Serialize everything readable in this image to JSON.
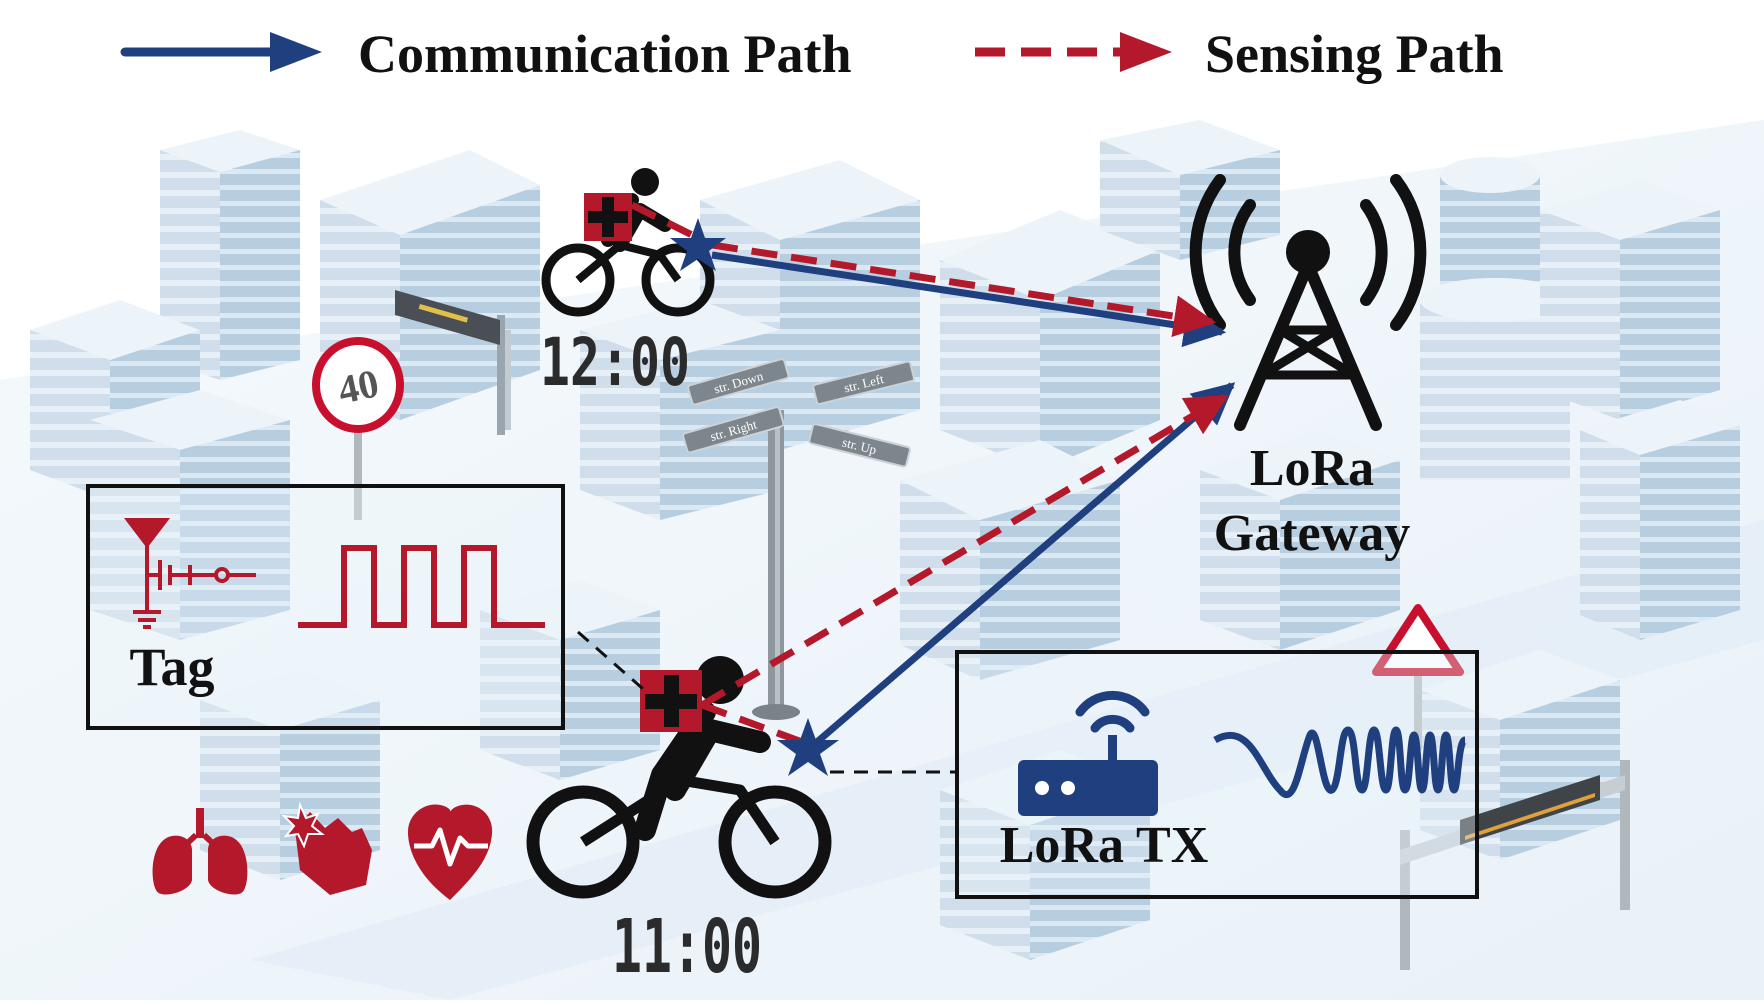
{
  "legend": {
    "communication_label": "Communication Path",
    "sensing_label": "Sensing Path"
  },
  "labels": {
    "gateway_line1": "LoRa",
    "gateway_line2": "Gateway",
    "tag": "Tag",
    "lora_tx": "LoRa TX",
    "time_top": "12:00",
    "time_bottom": "11:00",
    "speed_sign": "40"
  },
  "street_signs": [
    "str. Down",
    "str. Left",
    "str. Right",
    "str. Up"
  ],
  "colors": {
    "communication": "#1f3f7f",
    "sensing": "#b3192b",
    "health_icons": "#b3192b",
    "tag_waveform": "#b3192b",
    "router": "#1f3f7f",
    "building_light": "#dbe8f2",
    "building_mid": "#b9cfe0"
  },
  "icons": {
    "health": [
      "lungs-icon",
      "hand-injury-icon",
      "heartbeat-icon"
    ],
    "gateway": "antenna-tower-icon",
    "tx": "wifi-router-icon",
    "tag": "antenna-switch-icon",
    "cyclist": "cyclist-icon"
  }
}
